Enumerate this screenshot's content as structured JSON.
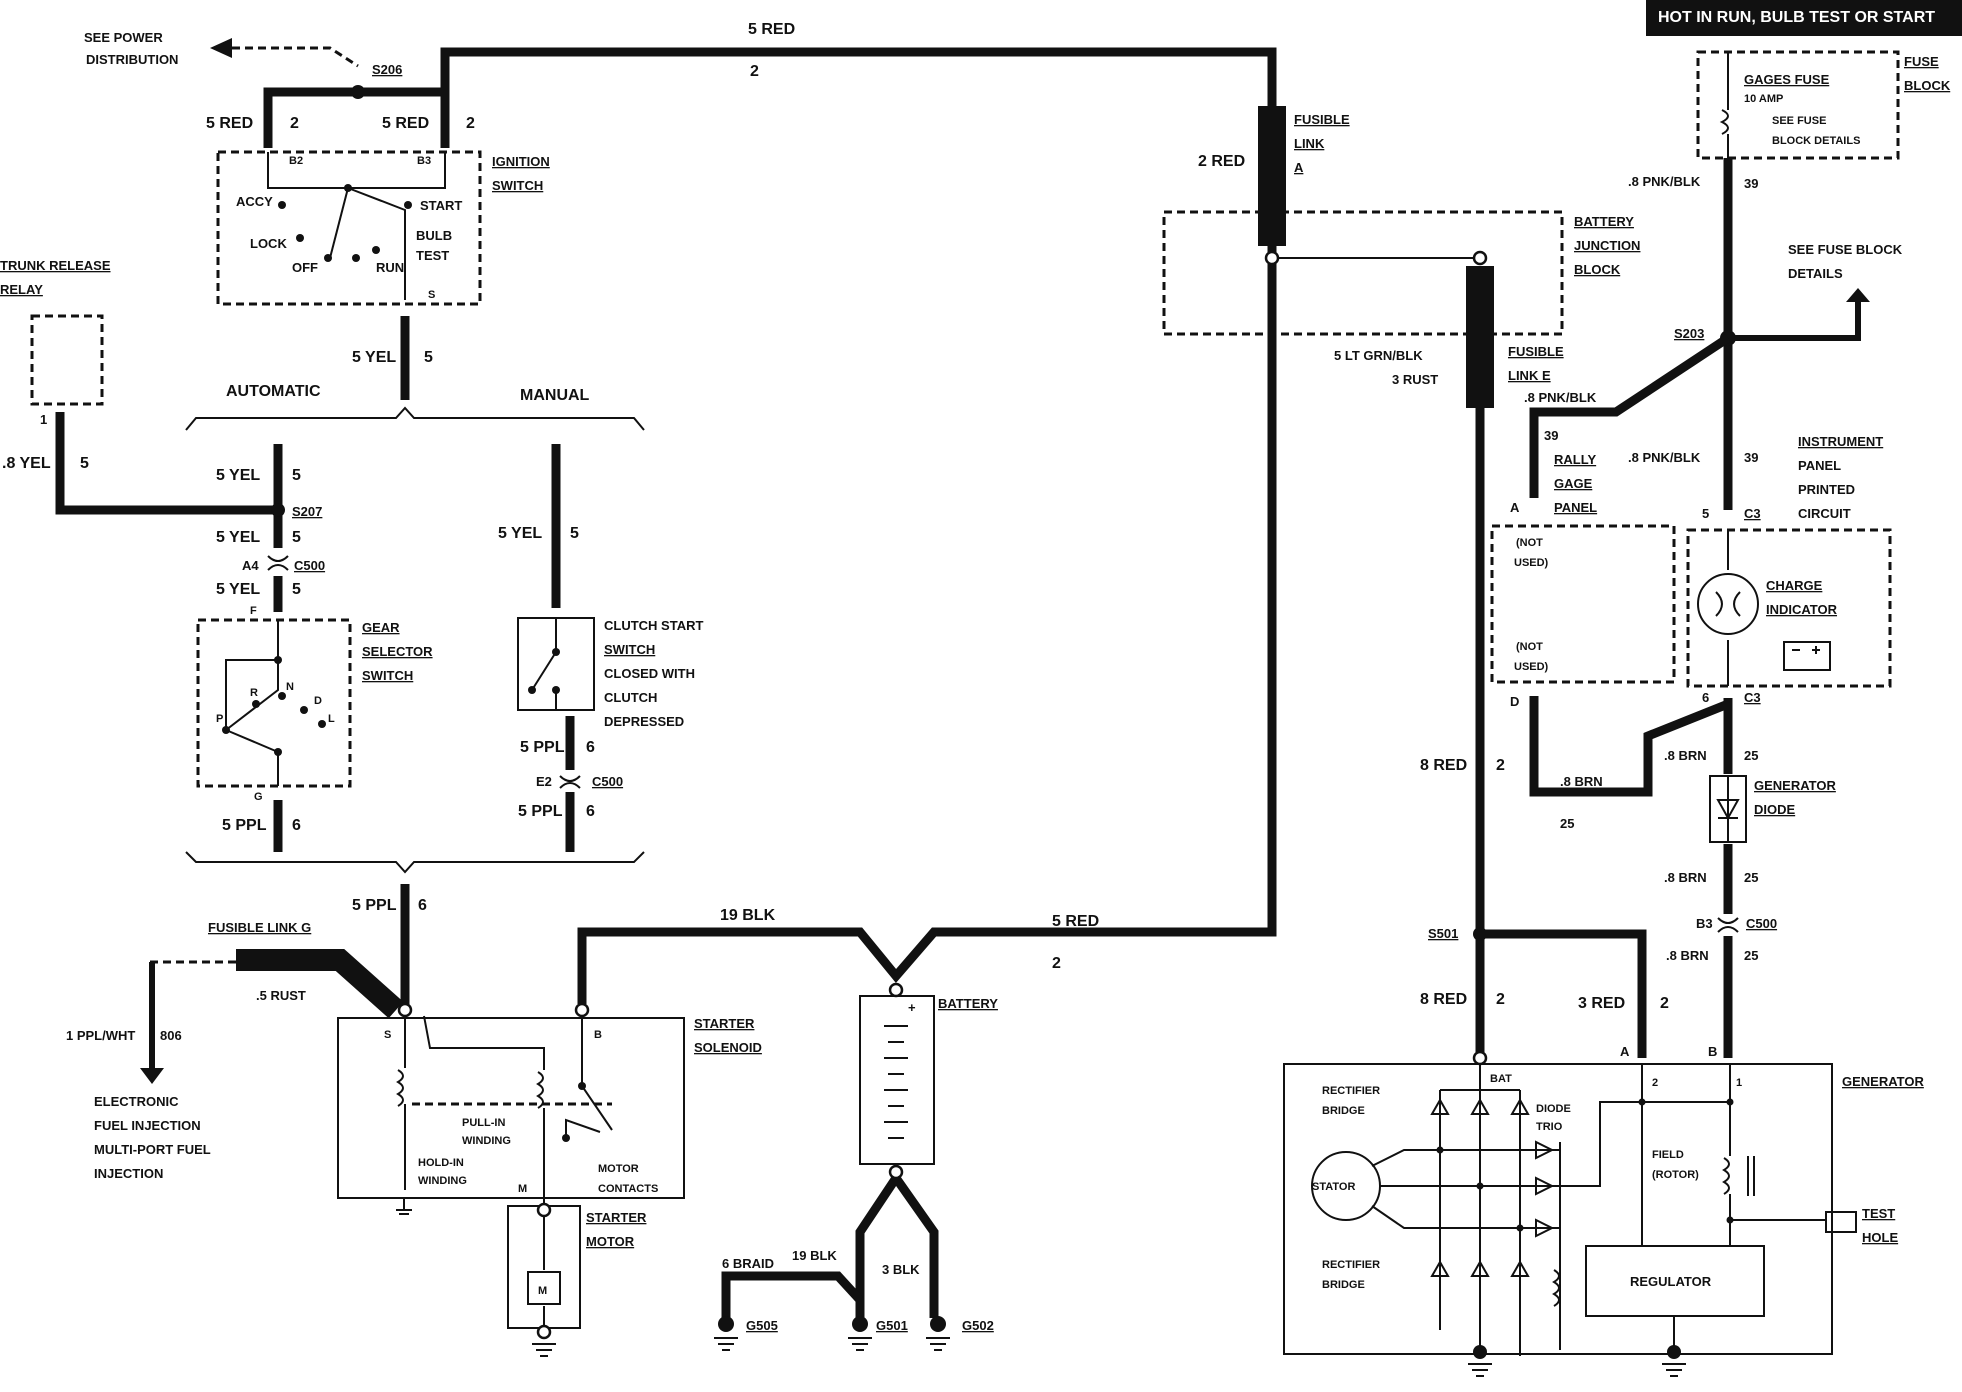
{
  "banner": "HOT IN RUN, BULB TEST OR START",
  "labels": {
    "see_power_1": "SEE POWER",
    "see_power_2": "DISTRIBUTION",
    "s206": "S206",
    "top_5red": "5 RED",
    "top_2": "2",
    "red_b2": "5 RED",
    "red_b2_num": "2",
    "red_b3": "5 RED",
    "red_b3_num": "2",
    "b2": "B2",
    "b3": "B3",
    "ign_1": "IGNITION",
    "ign_2": "SWITCH",
    "accy": "ACCY",
    "start": "START",
    "lock": "LOCK",
    "off": "OFF",
    "run": "RUN",
    "bulb": "BULB",
    "test": "TEST",
    "s_term": "S",
    "yel5": "5 YEL",
    "yel5_num": "5",
    "automatic": "AUTOMATIC",
    "manual": "MANUAL",
    "trunk_1": "TRUNK RELEASE",
    "trunk_2": "RELAY",
    "trunk_pin": "1",
    "yel8": ".8 YEL",
    "yel8_num": "5",
    "a_yel1": "5 YEL",
    "a_yel1_num": "5",
    "s207": "S207",
    "a_yel2": "5 YEL",
    "a_yel2_num": "5",
    "a4": "A4",
    "c500_a": "C500",
    "a_yel3": "5 YEL",
    "a_yel3_num": "5",
    "f": "F",
    "gear_1": "GEAR",
    "gear_2": "SELECTOR",
    "gear_3": "SWITCH",
    "p": "P",
    "r": "R",
    "n": "N",
    "d": "D",
    "l": "L",
    "g": "G",
    "a_ppl": "5 PPL",
    "a_ppl_num": "6",
    "m_yel": "5 YEL",
    "m_yel_num": "5",
    "clutch_1": "CLUTCH START",
    "clutch_2": "SWITCH",
    "clutch_3": "CLOSED WITH",
    "clutch_4": "CLUTCH",
    "clutch_5": "DEPRESSED",
    "m_ppl1": "5 PPL",
    "m_ppl1_num": "6",
    "e2": "E2",
    "c500_m": "C500",
    "m_ppl2": "5 PPL",
    "m_ppl2_num": "6",
    "ppl_sol": "5 PPL",
    "ppl_sol_num": "6",
    "fusible_g": "FUSIBLE LINK G",
    "rust5": ".5 RUST",
    "ppl_wht": "1 PPL/WHT",
    "n806": "806",
    "efi_1": "ELECTRONIC",
    "efi_2": "FUEL INJECTION",
    "efi_3": "MULTI-PORT FUEL",
    "efi_4": "INJECTION",
    "sol_s": "S",
    "sol_b": "B",
    "sol_m": "M",
    "sol_1": "STARTER",
    "sol_2": "SOLENOID",
    "pullin_1": "PULL-IN",
    "pullin_2": "WINDING",
    "holdin_1": "HOLD-IN",
    "holdin_2": "WINDING",
    "motor_c1": "MOTOR",
    "motor_c2": "CONTACTS",
    "smotor_1": "STARTER",
    "smotor_2": "MOTOR",
    "motor_m": "M",
    "blk19": "19 BLK",
    "red5_bat": "5 RED",
    "red5_bat_num": "2",
    "battery": "BATTERY",
    "plus": "+",
    "braid": "6 BRAID",
    "blk19b": "19 BLK",
    "blk3": "3 BLK",
    "g505": "G505",
    "g501": "G501",
    "g502": "G502",
    "fl_a1": "FUSIBLE",
    "fl_a2": "LINK",
    "fl_a3": "A",
    "red2": "2 RED",
    "bjb_1": "BATTERY",
    "bjb_2": "JUNCTION",
    "bjb_3": "BLOCK",
    "ltgrn": "5 LT GRN/BLK",
    "rust3": "3 RUST",
    "fl_e1": "FUSIBLE",
    "fl_e2": "LINK E",
    "red8": "8 RED",
    "red8_num": "2",
    "s501": "S501",
    "red8b": "8 RED",
    "red8b_num": "2",
    "red3": "3 RED",
    "red3_num": "2",
    "fuse_block_1": "FUSE",
    "fuse_block_2": "BLOCK",
    "gages_fuse": "GAGES FUSE",
    "amp10": "10 AMP",
    "see_fuse_1": "SEE FUSE",
    "see_fuse_2": "BLOCK DETAILS",
    "pnk_1": ".8 PNK/BLK",
    "pnk_1_num": "39",
    "see_fb_1": "SEE FUSE BLOCK",
    "see_fb_2": "DETAILS",
    "s203": "S203",
    "pnk_2": ".8 PNK/BLK",
    "pnk_2_num": "39",
    "pnk_3": ".8 PNK/BLK",
    "pnk_3_num": "39",
    "rally_1": "RALLY",
    "rally_2": "GAGE",
    "rally_3": "PANEL",
    "rally_a": "A",
    "rally_d": "D",
    "not_used_1": "(NOT",
    "not_used_2": "USED)",
    "not_used_3": "(NOT",
    "not_used_4": "USED)",
    "ipc_1": "INSTRUMENT",
    "ipc_2": "PANEL",
    "ipc_3": "PRINTED",
    "ipc_4": "CIRCUIT",
    "c3_5": "5",
    "c3_a": "C3",
    "charge_1": "CHARGE",
    "charge_2": "INDICATOR",
    "c3_6": "6",
    "c3_b": "C3",
    "brn_a": ".8 BRN",
    "brn_a_num": "25",
    "brn_b": ".8 BRN",
    "brn_b_num": "25",
    "gd_1": "GENERATOR",
    "gd_2": "DIODE",
    "brn_c": ".8 BRN",
    "brn_c_num": "25",
    "b3g": "B3",
    "c500_g": "C500",
    "brn_d": ".8 BRN",
    "brn_d_num": "25",
    "gen_a": "A",
    "gen_b": "B",
    "gen_2": "2",
    "gen_1": "1",
    "bat": "BAT",
    "generator": "GENERATOR",
    "rect_1": "RECTIFIER",
    "rect_2": "BRIDGE",
    "diode_t1": "DIODE",
    "diode_t2": "TRIO",
    "stator": "STATOR",
    "field_1": "FIELD",
    "field_2": "(ROTOR)",
    "rect_3": "RECTIFIER",
    "rect_4": "BRIDGE",
    "regulator": "REGULATOR",
    "test_1": "TEST",
    "test_2": "HOLE"
  }
}
